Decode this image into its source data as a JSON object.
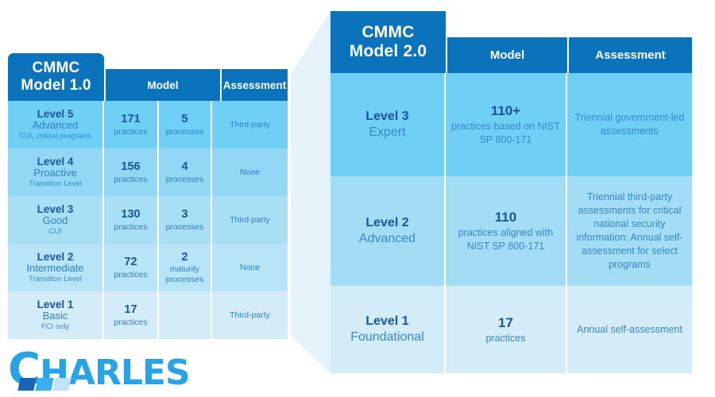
{
  "colors": {
    "header_blue": "#0b72bc",
    "row_light_1": "#6fcff5",
    "row_light_2": "#a3dcf5",
    "row_light_3": "#d4ebf8",
    "text_dark_blue": "#19559b",
    "text_mid_blue": "#2f7fc4",
    "connector": "#e6f2fa",
    "logo_blue": "#29a3e8"
  },
  "left_table": {
    "title_line1": "CMMC",
    "title_line2": "Model 1.0",
    "headers": {
      "model": "Model",
      "assessment": "Assessment"
    },
    "rows": [
      {
        "level": "Level 5",
        "name": "Advanced",
        "note": "CUI, critical programs",
        "practices_count": "171",
        "practices_unit": "practices",
        "processes_count": "5",
        "processes_unit": "processes",
        "assessment": "Third-party"
      },
      {
        "level": "Level 4",
        "name": "Proactive",
        "note": "Transition Level",
        "practices_count": "156",
        "practices_unit": "practices",
        "processes_count": "4",
        "processes_unit": "processes",
        "assessment": "None"
      },
      {
        "level": "Level 3",
        "name": "Good",
        "note": "CUI",
        "practices_count": "130",
        "practices_unit": "practices",
        "processes_count": "3",
        "processes_unit": "processes",
        "assessment": "Third-party"
      },
      {
        "level": "Level 2",
        "name": "Intermediate",
        "note": "Transition Level",
        "practices_count": "72",
        "practices_unit": "practices",
        "processes_count": "2",
        "processes_unit": "maturity processes",
        "assessment": "None"
      },
      {
        "level": "Level 1",
        "name": "Basic",
        "note": "FCI only",
        "practices_count": "17",
        "practices_unit": "practices",
        "processes_count": "",
        "processes_unit": "",
        "assessment": "Third-party"
      }
    ]
  },
  "right_table": {
    "title_line1": "CMMC",
    "title_line2": "Model 2.0",
    "headers": {
      "model": "Model",
      "assessment": "Assessment"
    },
    "rows": [
      {
        "level": "Level 3",
        "name": "Expert",
        "model_count": "110+",
        "model_desc": "practices based on NIST SP 800-171",
        "assessment": "Triennial government-led assessments"
      },
      {
        "level": "Level 2",
        "name": "Advanced",
        "model_count": "110",
        "model_desc": "practices aligned with NIST SP 800-171",
        "assessment": "Triennial third-party assessments for critical national security information: Annual self-assessment for select programs"
      },
      {
        "level": "Level 1",
        "name": "Foundational",
        "model_count": "17",
        "model_desc": "practices",
        "assessment": "Annual self-assessment"
      }
    ]
  },
  "logo": {
    "first_letter": "C",
    "rest": "HARLES"
  }
}
